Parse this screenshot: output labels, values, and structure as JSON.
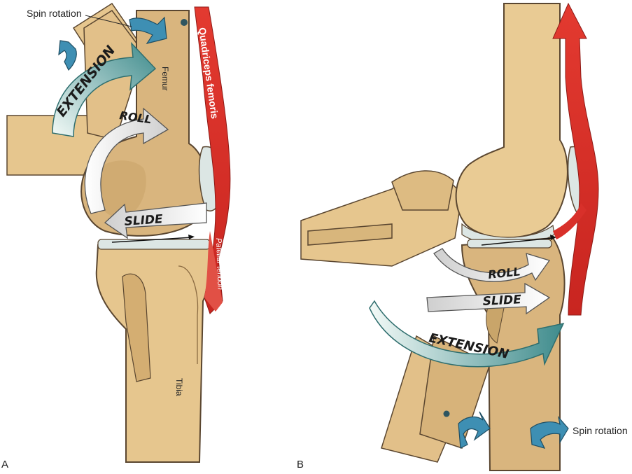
{
  "colors": {
    "bone": "#E9CB94",
    "bone_shadow": "#C9A56A",
    "bone_dark": "#A6814A",
    "outline": "#5A4630",
    "cartilage": "#DCE6E4",
    "muscle": "#D8302A",
    "muscle_light": "#F08A7A",
    "teal": "#4E9A9A",
    "teal_light": "#DDEFEA",
    "spin_blue": "#3E8FB3"
  },
  "panel_a": {
    "letter": "A",
    "spin_rotation": "Spin rotation",
    "extension": "EXTENSION",
    "roll": "ROLL",
    "slide": "SLIDE",
    "femur": "Femur",
    "quadriceps": "Quadriceps femoris",
    "patellar_tendon": "Patellar tendon",
    "tibia": "Tibia"
  },
  "panel_b": {
    "letter": "B",
    "roll": "ROLL",
    "slide": "SLIDE",
    "extension": "EXTENSION",
    "spin_rotation": "Spin rotation"
  },
  "icons": {
    "spin_arrow": "curved-spin-arrow-icon",
    "pivot_dot": "pivot-dot-icon"
  }
}
